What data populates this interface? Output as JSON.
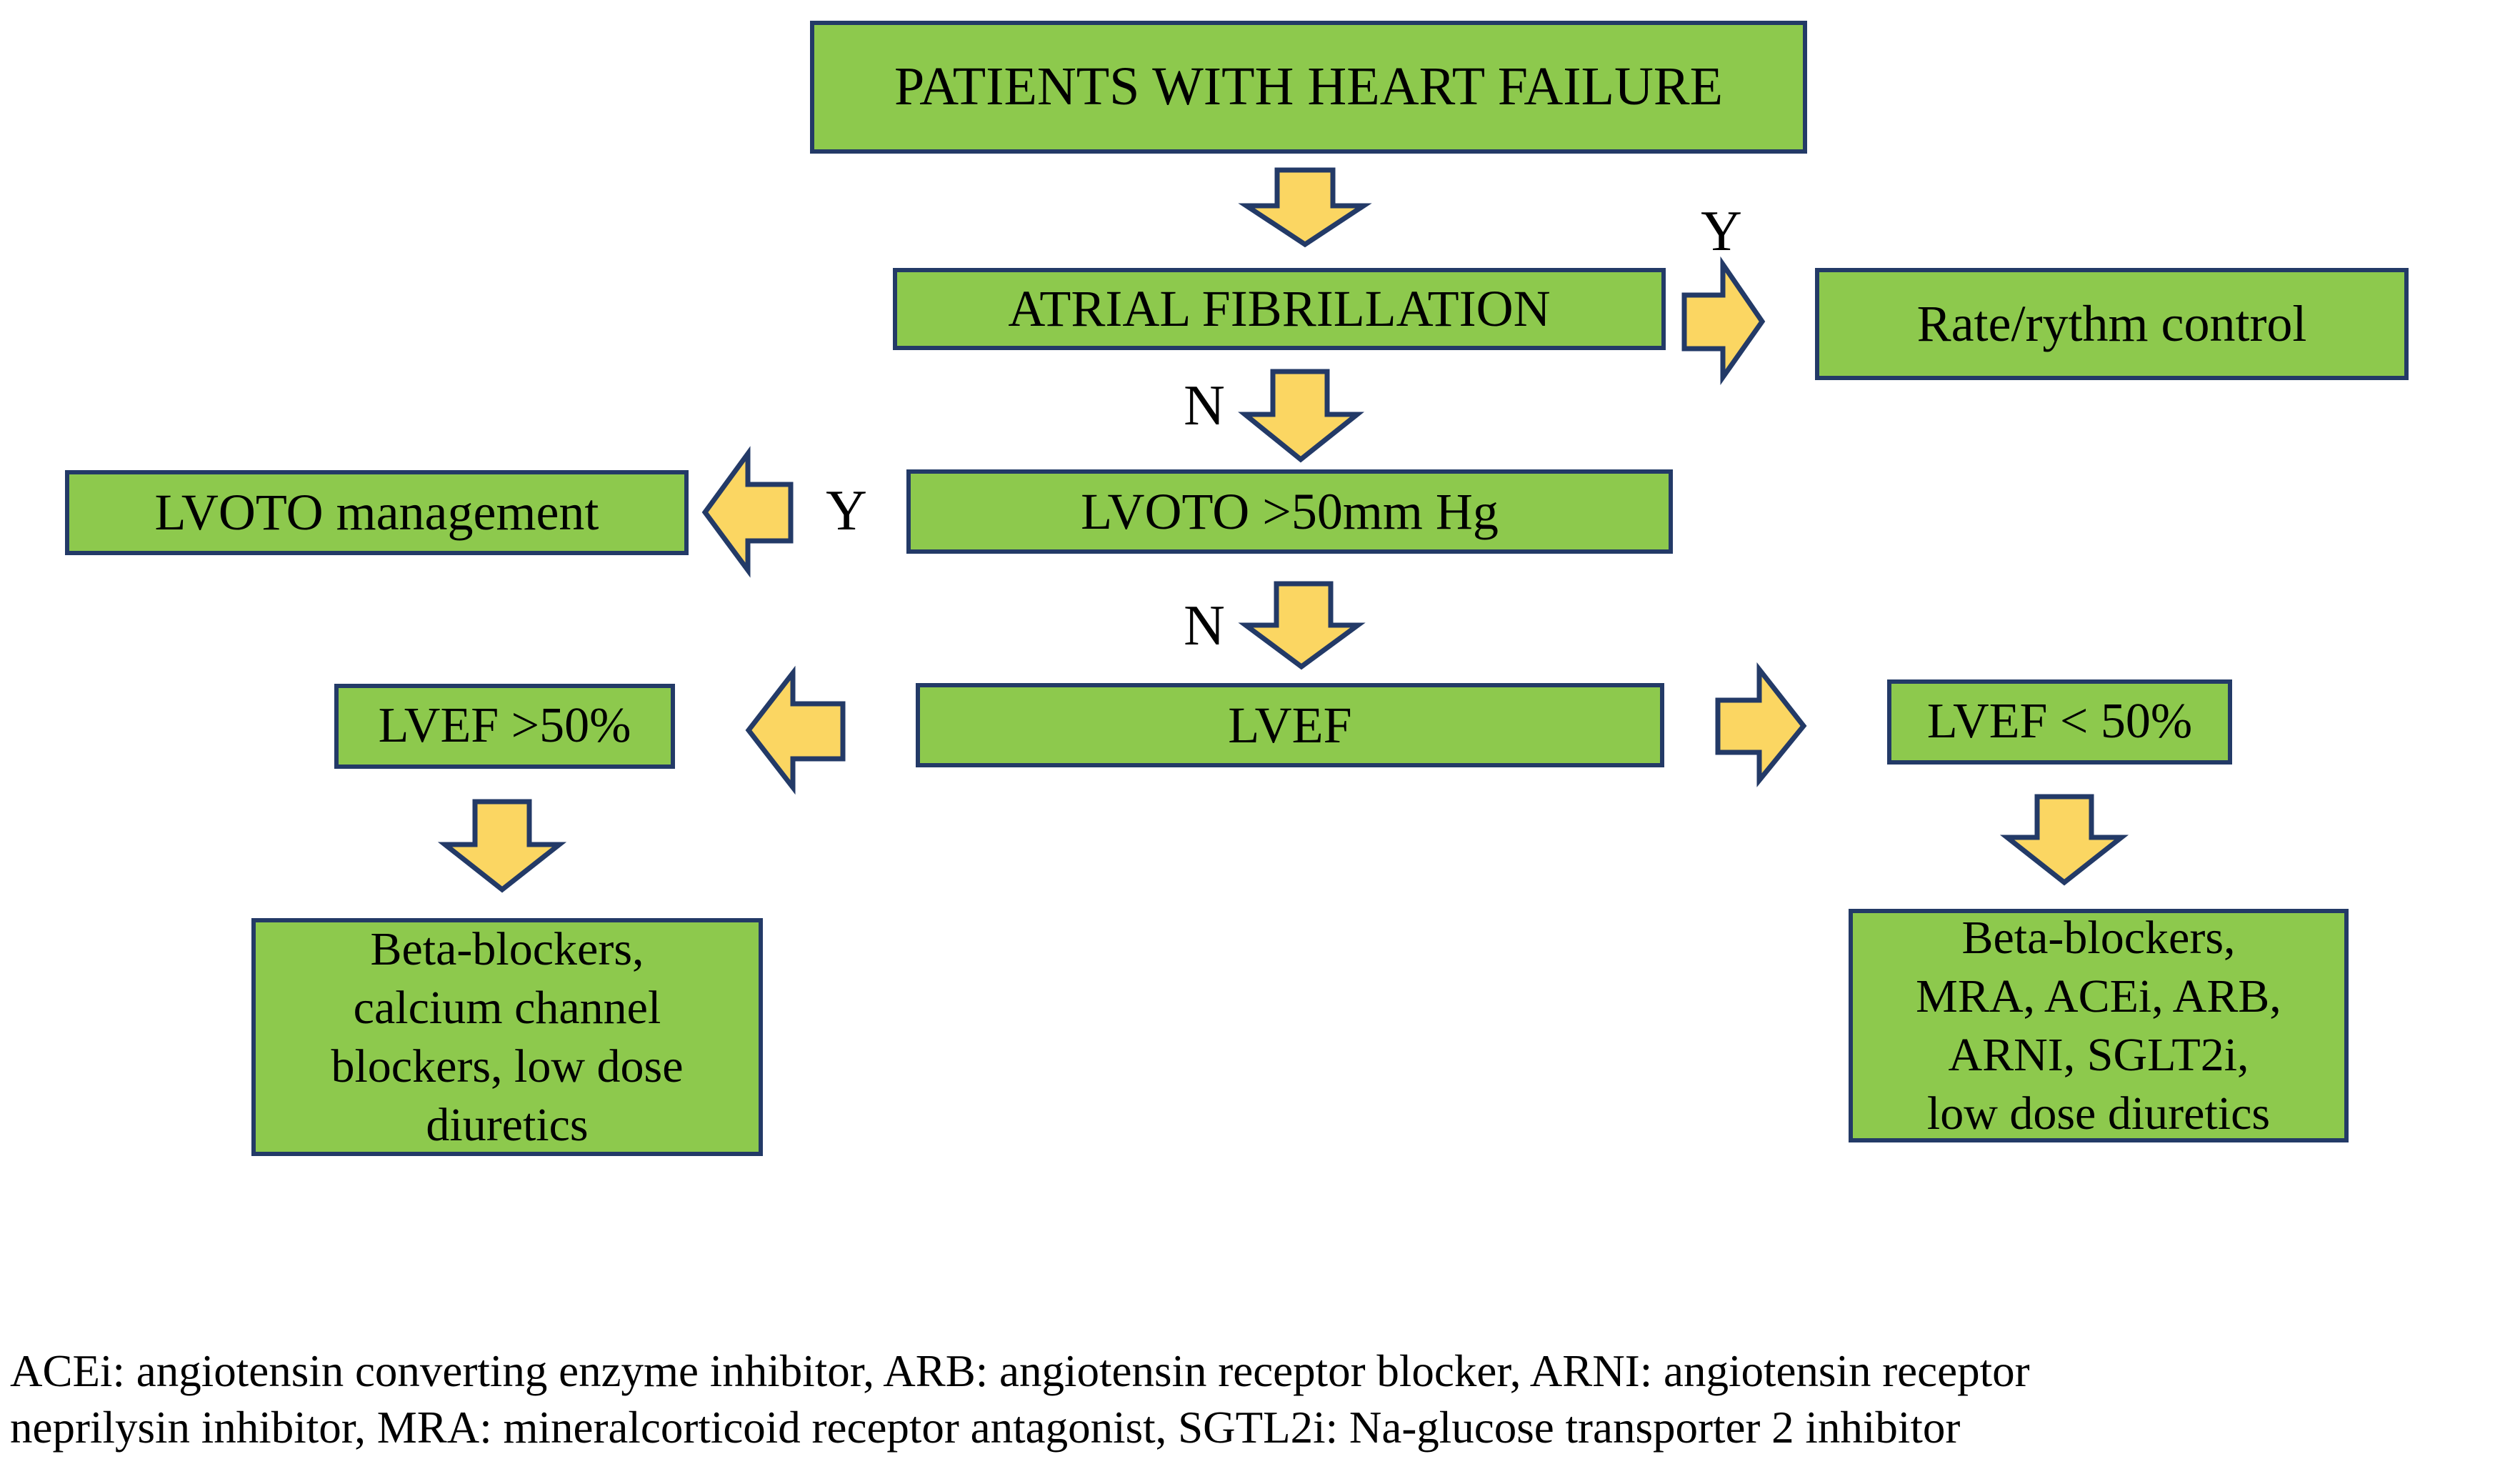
{
  "colors": {
    "box_fill": "#8DC94D",
    "box_border": "#233A67",
    "arrow_fill": "#FBD662",
    "arrow_outline": "#233A67",
    "background": "#FFFFFF",
    "text": "#000000"
  },
  "flowchart": {
    "boxes": {
      "patients": "PATIENTS WITH HEART FAILURE",
      "afib": "ATRIAL FIBRILLATION",
      "rate_control": "Rate/rythm control",
      "lvoto_mgmt": "LVOTO management",
      "lvoto": "LVOTO >50mm Hg",
      "lvef_gt50": "LVEF >50%",
      "lvef": "LVEF",
      "lvef_lt50": "LVEF < 50%",
      "tx_hfpef": "Beta-blockers,\ncalcium channel\nblockers, low dose\ndiuretics",
      "tx_hfref": "Beta-blockers,\nMRA, ACEi, ARB,\nARNI, SGLT2i,\nlow dose diuretics"
    },
    "labels": {
      "afib_yes": "Y",
      "afib_no": "N",
      "lvoto_yes": "Y",
      "lvoto_no": "N"
    },
    "edges": [
      {
        "from": "PATIENTS WITH HEART FAILURE",
        "to": "ATRIAL FIBRILLATION",
        "label": ""
      },
      {
        "from": "ATRIAL FIBRILLATION",
        "to": "Rate/rythm control",
        "label": "Y"
      },
      {
        "from": "ATRIAL FIBRILLATION",
        "to": "LVOTO >50mm Hg",
        "label": "N"
      },
      {
        "from": "LVOTO >50mm Hg",
        "to": "LVOTO management",
        "label": "Y"
      },
      {
        "from": "LVOTO >50mm Hg",
        "to": "LVEF",
        "label": "N"
      },
      {
        "from": "LVEF",
        "to": "LVEF >50%",
        "label": ""
      },
      {
        "from": "LVEF",
        "to": "LVEF < 50%",
        "label": ""
      },
      {
        "from": "LVEF >50%",
        "to": "Beta-blockers, calcium channel blockers, low dose diuretics",
        "label": ""
      },
      {
        "from": "LVEF < 50%",
        "to": "Beta-blockers, MRA, ACEi, ARB, ARNI, SGLT2i, low dose diuretics",
        "label": ""
      }
    ]
  },
  "footnote": {
    "line1": "ACEi: angiotensin converting enzyme inhibitor, ARB: angiotensin receptor blocker, ARNI: angiotensin receptor",
    "line2": "neprilysin inhibitor, MRA: mineralcorticoid receptor antagonist, SGTL2i: Na-glucose transporter 2 inhibitor"
  }
}
